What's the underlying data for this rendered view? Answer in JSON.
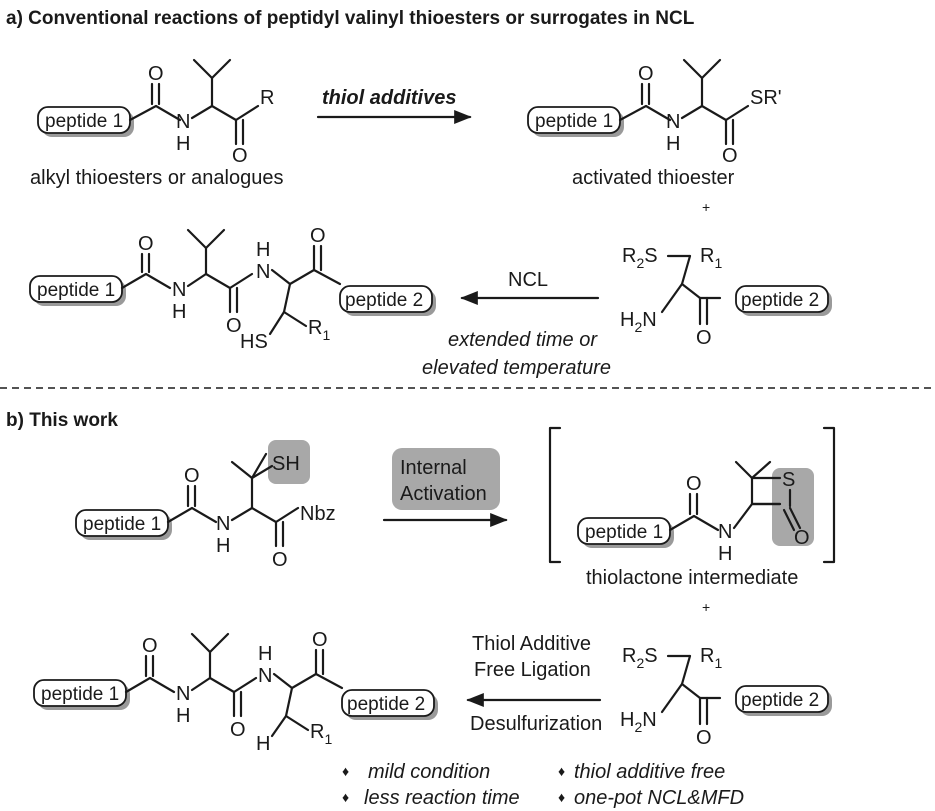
{
  "section_a": {
    "title": "a) Conventional reactions of peptidyl valinyl thioesters or surrogates in NCL",
    "arrow_label": "thiol additives",
    "left_caption": "alkyl thioesters or analogues",
    "right_caption": "activated thioester",
    "plus": "+",
    "ncl_label": "NCL",
    "condition_line1": "extended time or",
    "condition_line2": "elevated temperature",
    "r_group": "R",
    "sr_group": "SR'"
  },
  "section_b": {
    "title": "b) This work",
    "activation_line1": "Internal",
    "activation_line2": "Activation",
    "nbz": "Nbz",
    "sh": "SH",
    "intermediate_caption": "thiolactone intermediate",
    "plus": "+",
    "ligation_line1": "Thiol Additive",
    "ligation_line2": "Free Ligation",
    "desulfurization": "Desulfurization",
    "features": [
      {
        "bullet": "♦",
        "text": "mild condition"
      },
      {
        "bullet": "♦",
        "text": "thiol additive free"
      },
      {
        "bullet": "♦",
        "text": "less reaction time"
      },
      {
        "bullet": "♦",
        "text": "one-pot NCL&MFD"
      }
    ]
  },
  "labels": {
    "peptide1": "peptide 1",
    "peptide2": "peptide 2",
    "o": "O",
    "n": "N",
    "h": "H",
    "s": "S",
    "hs": "HS",
    "h2n": "H",
    "h2n_sub": "2",
    "h2n_n": "N",
    "r2s_r": "R",
    "r2s_sub": "2",
    "r2s_s": "S",
    "r1": "R",
    "r1_sub": "1"
  }
}
